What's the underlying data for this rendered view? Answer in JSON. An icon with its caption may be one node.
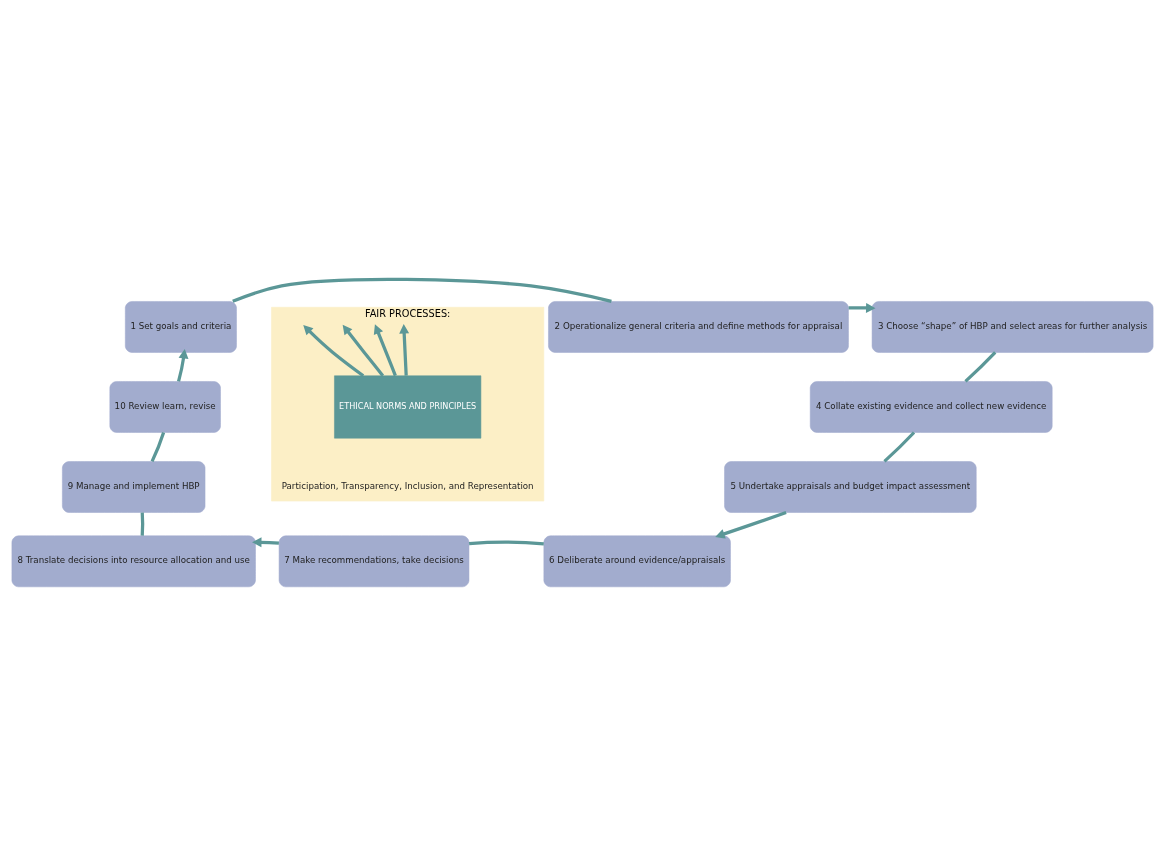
{
  "diagram": {
    "nodes": [
      {
        "text": [
          "1 Set goals and criteria"
        ]
      },
      {
        "text": [
          "2 Operationalize general criteria and define methods for appraisal"
        ]
      },
      {
        "text": [
          "3 Choose “shape” of HBP and select areas for further analysis"
        ]
      },
      {
        "text": [
          "4 Collate existing evidence and collect new evidence"
        ]
      },
      {
        "text": [
          "5 Undertake appraisals and budget impact assessment"
        ]
      },
      {
        "text": [
          "6 Deliberate around evidence/appraisals"
        ]
      },
      {
        "text": [
          "7 Make recommendations, take decisions"
        ]
      },
      {
        "text": [
          "8 Translate decisions into resource allocation and use"
        ]
      },
      {
        "text": [
          "9 Manage and implement HBP"
        ]
      },
      {
        "text": [
          "10 Review learn, revise"
        ]
      },
      {
        "text": [
          "FAIR PROCESSES:",
          "Participation, Transparency, Inclusion, and Representation"
        ]
      },
      {
        "text": [
          "ETHICAL NORMS AND PRINCIPLES"
        ],
        "in": 10
      }
    ],
    "edges": [
      {
        "from": 0,
        "to": 1,
        "arrow": "none"
      },
      {
        "from": 1,
        "to": 2,
        "arrow": "to"
      },
      {
        "from": 2,
        "to": 3,
        "arrow": "none"
      },
      {
        "from": 3,
        "to": 4,
        "arrow": "none"
      },
      {
        "from": 4,
        "to": 5,
        "arrow": "to"
      },
      {
        "from": 5,
        "to": 6,
        "arrow": "none"
      },
      {
        "from": 6,
        "to": 7,
        "arrow": "to"
      },
      {
        "from": 7,
        "to": 8,
        "arrow": "none"
      },
      {
        "from": 8,
        "to": 9,
        "arrow": "none"
      },
      {
        "from": 9,
        "to": 0,
        "arrow": "to"
      },
      {
        "from": 11,
        "to": null,
        "arrow": "to"
      },
      {
        "from": 11,
        "to": null,
        "arrow": "to"
      },
      {
        "from": 11,
        "to": null,
        "arrow": "to"
      },
      {
        "from": 11,
        "to": null,
        "arrow": "to"
      }
    ]
  }
}
